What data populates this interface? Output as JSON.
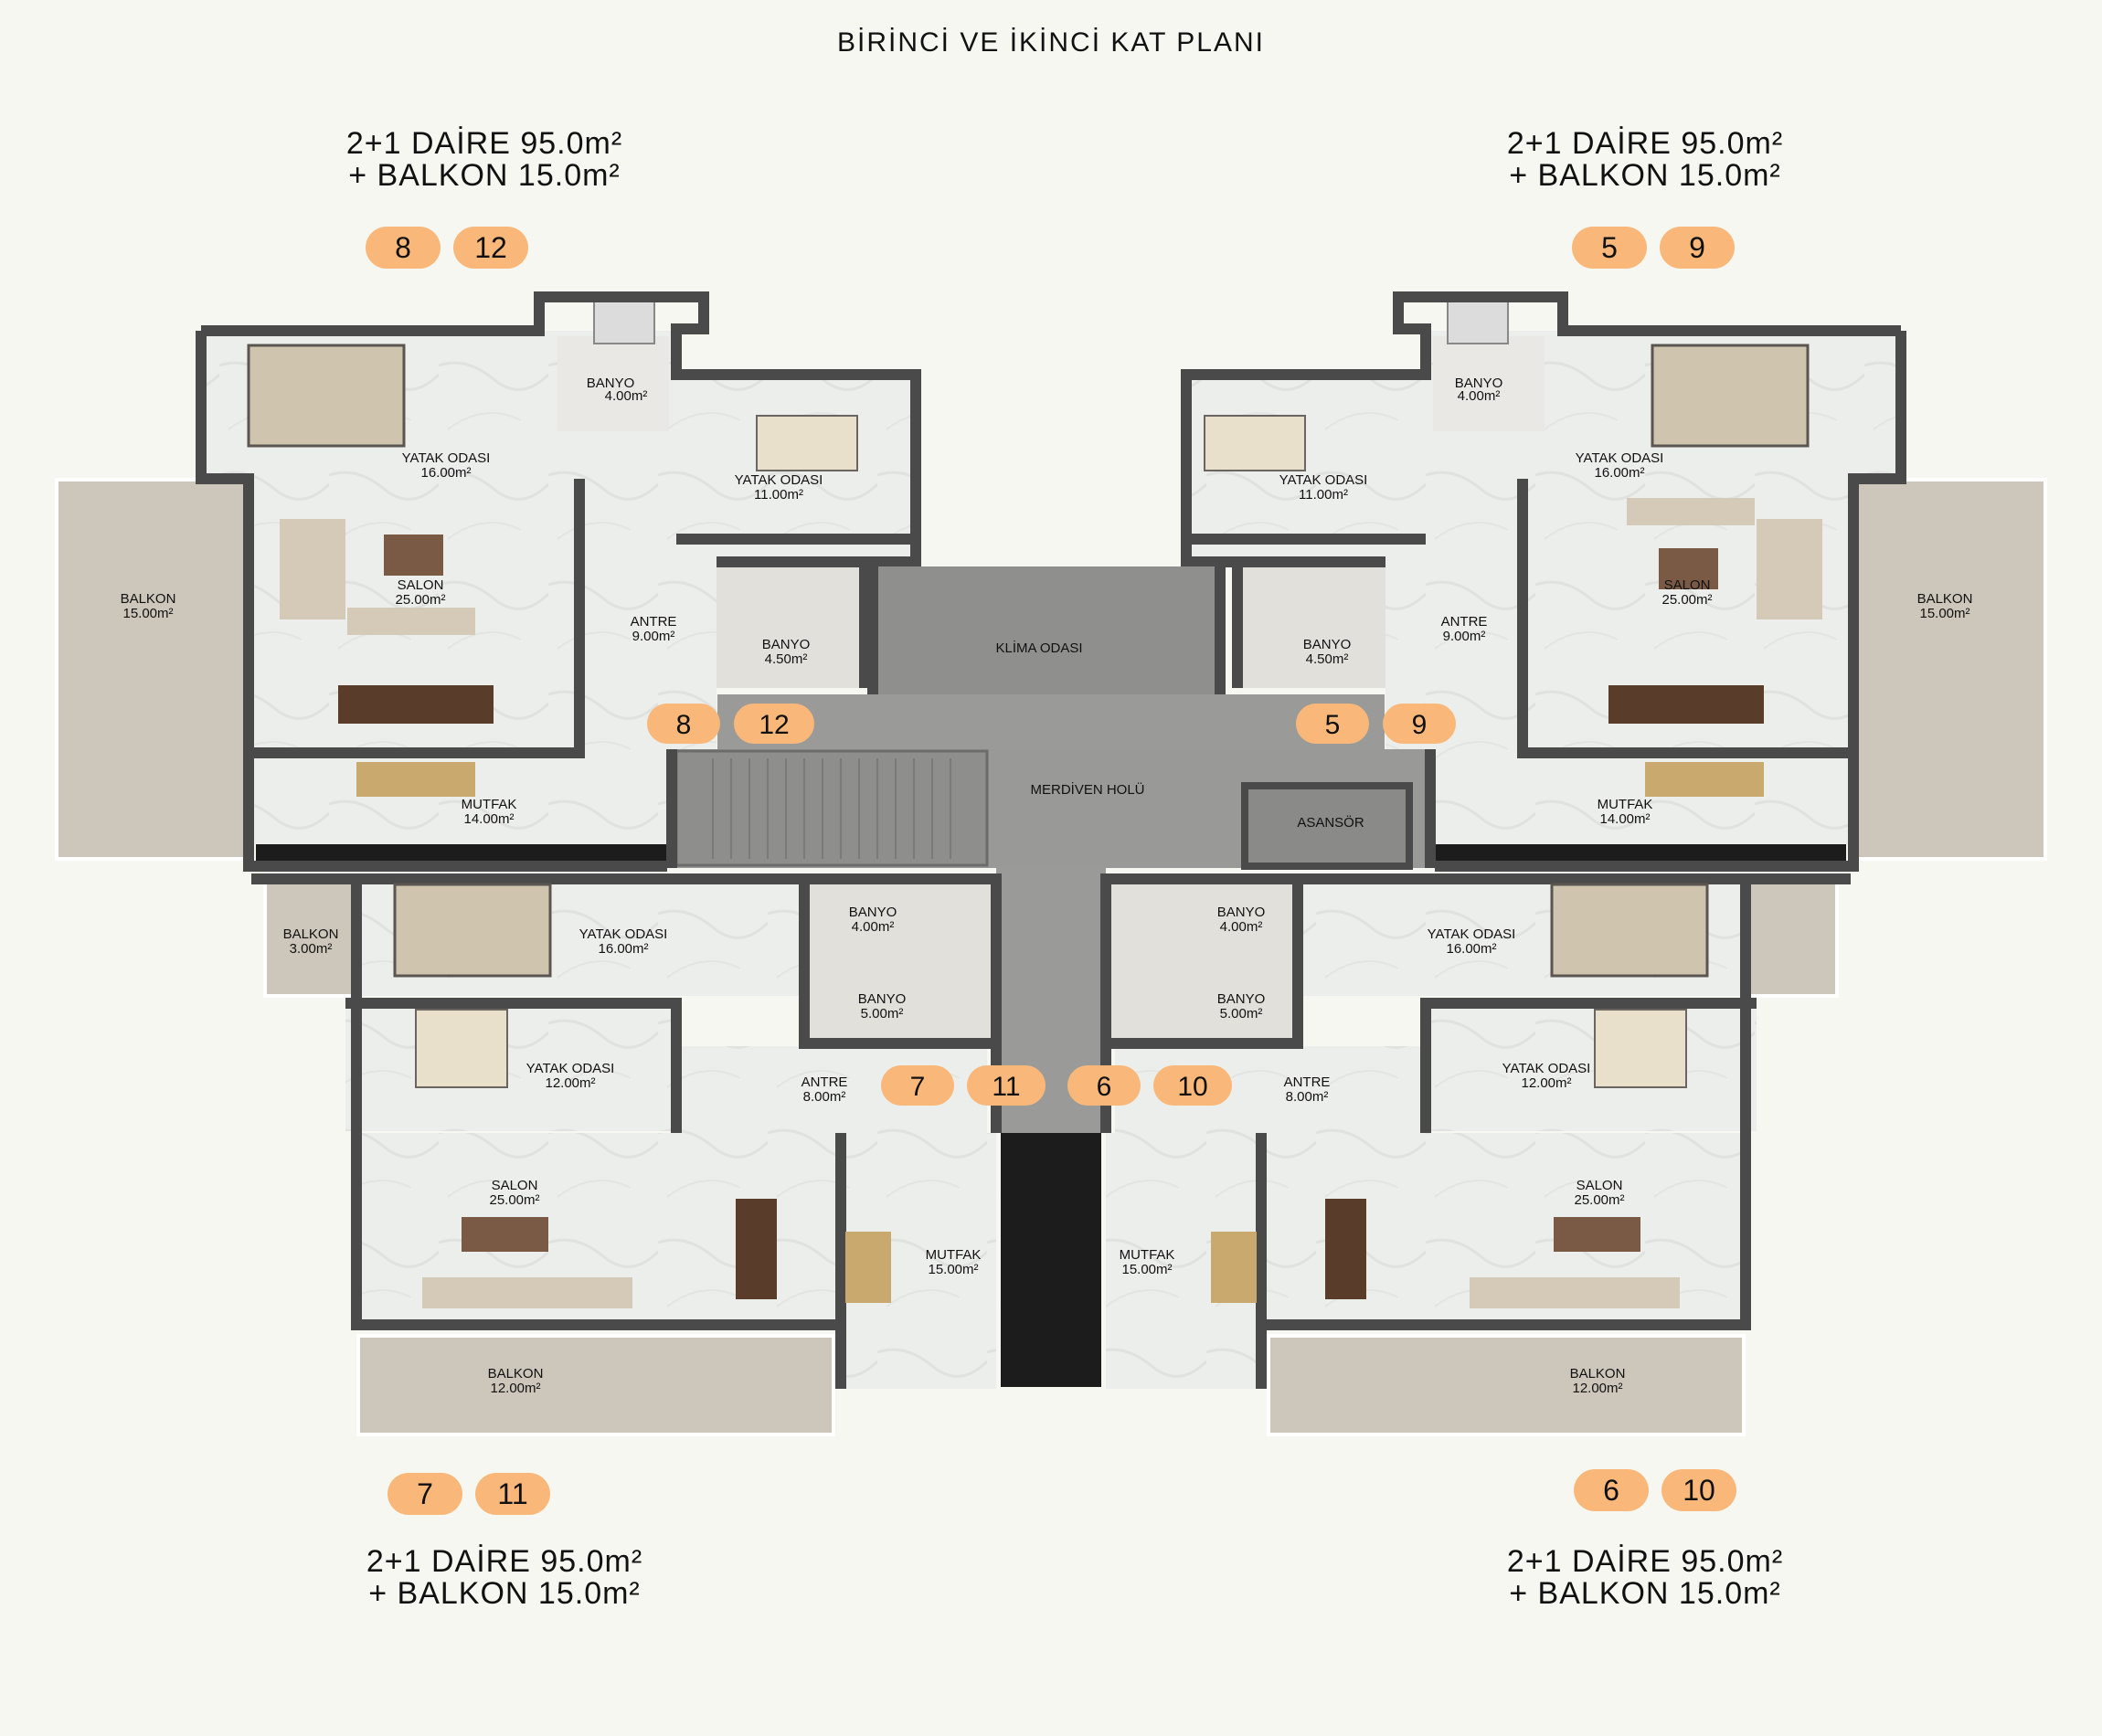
{
  "title": "BİRİNCİ VE İKİNCİ KAT PLANI",
  "units": [
    {
      "id": "top-left",
      "line1": "2+1 DAİRE 95.0m²",
      "line2": "+ BALKON 15.0m²",
      "badges": [
        "8",
        "12"
      ]
    },
    {
      "id": "top-right",
      "line1": "2+1 DAİRE 95.0m²",
      "line2": "+ BALKON 15.0m²",
      "badges": [
        "5",
        "9"
      ]
    },
    {
      "id": "bottom-left",
      "line1": "2+1 DAİRE 95.0m²",
      "line2": "+ BALKON 15.0m²",
      "badges": [
        "7",
        "11"
      ]
    },
    {
      "id": "bottom-right",
      "line1": "2+1 DAİRE 95.0m²",
      "line2": "+ BALKON 15.0m²",
      "badges": [
        "6",
        "10"
      ]
    }
  ],
  "door_badges": {
    "top_left": [
      "8",
      "12"
    ],
    "top_right": [
      "5",
      "9"
    ],
    "bottom_left": [
      "7",
      "11"
    ],
    "bottom_right": [
      "6",
      "10"
    ]
  },
  "rooms": {
    "tl_banyo_a": {
      "name": "BANYO",
      "area": "4.00m²"
    },
    "tl_yatak_a": {
      "name": "YATAK ODASI",
      "area": "16.00m²"
    },
    "tl_yatak_b": {
      "name": "YATAK ODASI",
      "area": "11.00m²"
    },
    "tl_balkon": {
      "name": "BALKON",
      "area": "15.00m²"
    },
    "tl_salon": {
      "name": "SALON",
      "area": "25.00m²"
    },
    "tl_antre": {
      "name": "ANTRE",
      "area": "9.00m²"
    },
    "tl_banyo_b": {
      "name": "BANYO",
      "area": "4.50m²"
    },
    "tl_mutfak": {
      "name": "MUTFAK",
      "area": "14.00m²"
    },
    "tr_banyo_a": {
      "name": "BANYO",
      "area": "4.00m²"
    },
    "tr_yatak_a": {
      "name": "YATAK ODASI",
      "area": "16.00m²"
    },
    "tr_yatak_b": {
      "name": "YATAK ODASI",
      "area": "11.00m²"
    },
    "tr_balkon": {
      "name": "BALKON",
      "area": "15.00m²"
    },
    "tr_salon": {
      "name": "SALON",
      "area": "25.00m²"
    },
    "tr_antre": {
      "name": "ANTRE",
      "area": "9.00m²"
    },
    "tr_banyo_b": {
      "name": "BANYO",
      "area": "4.50m²"
    },
    "tr_mutfak": {
      "name": "MUTFAK",
      "area": "14.00m²"
    },
    "klima": {
      "name": "KLİMA ODASI"
    },
    "merdiven": {
      "name": "MERDİVEN HOLÜ"
    },
    "asansor": {
      "name": "ASANSÖR"
    },
    "bl_balkon_s": {
      "name": "BALKON",
      "area": "3.00m²"
    },
    "bl_yatak_a": {
      "name": "YATAK ODASI",
      "area": "16.00m²"
    },
    "bl_banyo_a": {
      "name": "BANYO",
      "area": "4.00m²"
    },
    "bl_banyo_b": {
      "name": "BANYO",
      "area": "5.00m²"
    },
    "bl_yatak_b": {
      "name": "YATAK ODASI",
      "area": "12.00m²"
    },
    "bl_antre": {
      "name": "ANTRE",
      "area": "8.00m²"
    },
    "bl_salon": {
      "name": "SALON",
      "area": "25.00m²"
    },
    "bl_mutfak": {
      "name": "MUTFAK",
      "area": "15.00m²"
    },
    "bl_balkon": {
      "name": "BALKON",
      "area": "12.00m²"
    },
    "br_banyo_a": {
      "name": "BANYO",
      "area": "4.00m²"
    },
    "br_banyo_b": {
      "name": "BANYO",
      "area": "5.00m²"
    },
    "br_yatak_a": {
      "name": "YATAK ODASI",
      "area": "16.00m²"
    },
    "br_yatak_b": {
      "name": "YATAK ODASI",
      "area": "12.00m²"
    },
    "br_antre": {
      "name": "ANTRE",
      "area": "8.00m²"
    },
    "br_salon": {
      "name": "SALON",
      "area": "25.00m²"
    },
    "br_mutfak": {
      "name": "MUTFAK",
      "area": "15.00m²"
    },
    "br_balkon": {
      "name": "BALKON",
      "area": "12.00m²"
    }
  },
  "colors": {
    "wall": "#4a4a4a",
    "floor": "#e9ebe8",
    "core": "#9a9a98",
    "balcony": "#cdc6bb",
    "badge": "#f9b87a",
    "wood": "#7a5a45"
  }
}
